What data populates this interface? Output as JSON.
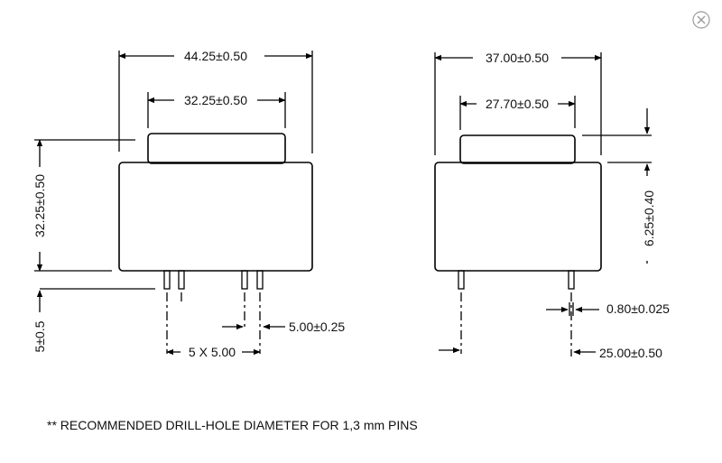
{
  "colors": {
    "line": "#000000",
    "close_icon": "#9a9a9a",
    "background": "#ffffff"
  },
  "close_icon": "close-icon",
  "front_view": {
    "overall_width": "44.25±0.50",
    "top_width": "32.25±0.50",
    "height": "32.25±0.50",
    "pin_length": "5±0.5",
    "pin_pitch": "5 X 5.00",
    "pin_offset": "5.00±0.25"
  },
  "side_view": {
    "overall_width": "37.00±0.50",
    "top_width": "27.70±0.50",
    "top_height": "6.25±0.40",
    "pin_diameter": "0.80±0.025",
    "pin_spacing": "25.00±0.50"
  },
  "note": "** RECOMMENDED DRILL-HOLE DIAMETER FOR 1,3 mm PINS"
}
